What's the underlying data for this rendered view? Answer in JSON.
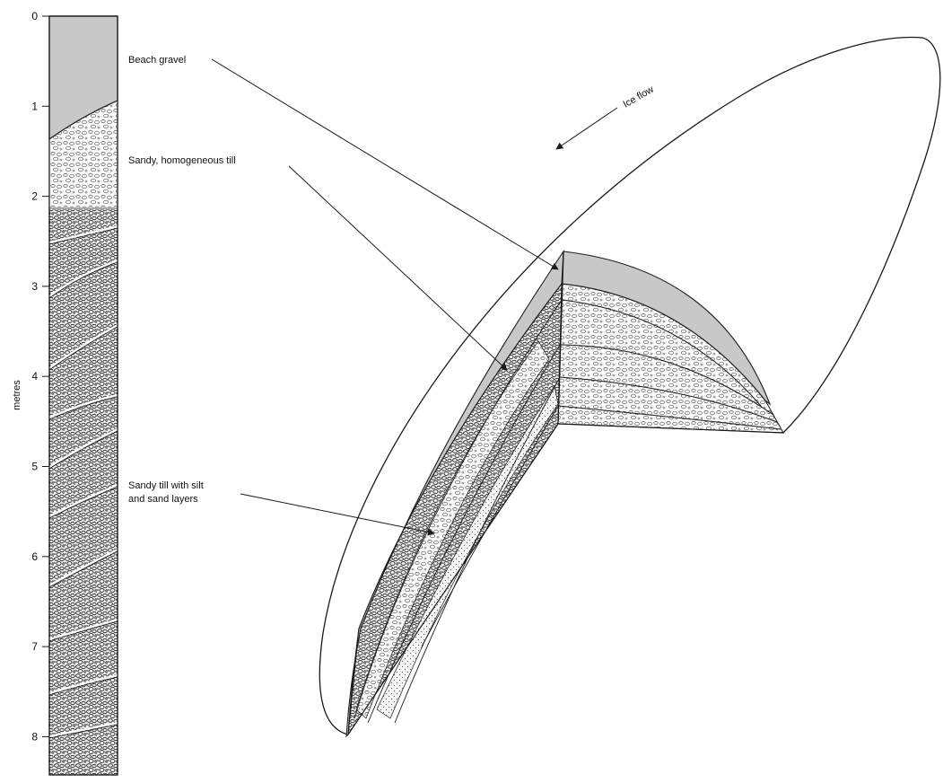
{
  "column": {
    "axis_label": "metres",
    "ticks": [
      "0",
      "1",
      "2",
      "3",
      "4",
      "5",
      "6",
      "7",
      "8"
    ]
  },
  "labels": {
    "beach_gravel": "Beach gravel",
    "homogeneous_till": "Sandy, homogeneous till",
    "layered_till_line1": "Sandy till with silt",
    "layered_till_line2": "and sand layers",
    "ice_flow": "Ice flow"
  },
  "colors": {
    "gravel_fill": "#c8c8c8",
    "ink": "#1a1a1a",
    "background": "#ffffff"
  }
}
